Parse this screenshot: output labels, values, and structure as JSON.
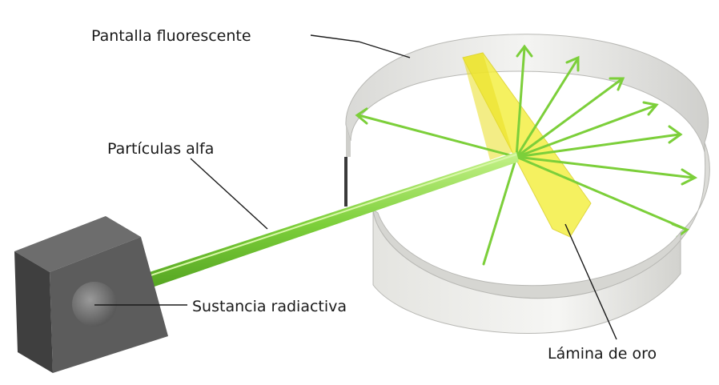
{
  "labels": {
    "screen": "Pantalla fluorescente",
    "particles": "Partículas alfa",
    "source": "Sustancia radiactiva",
    "foil": "Lámina de oro"
  },
  "colors": {
    "beam": "#7ccf3a",
    "beam_light": "#c6f28a",
    "foil": "#f2ec3c",
    "screen": "#ececea",
    "box": "#5f5f5f"
  }
}
